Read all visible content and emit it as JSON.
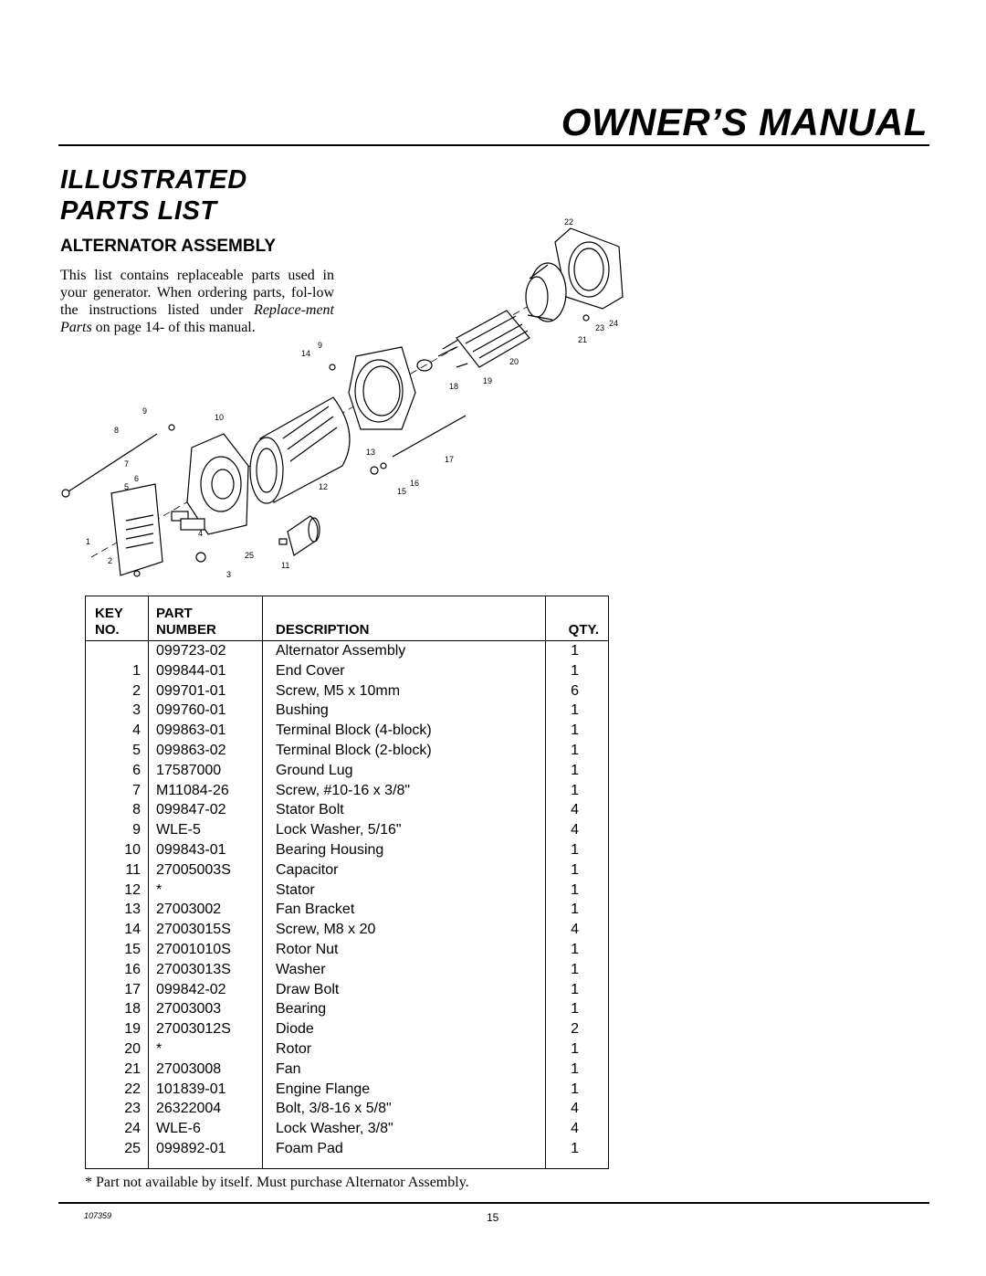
{
  "header": {
    "manual_title": "OWNER’S MANUAL",
    "section_title_line1": "ILLUSTRATED",
    "section_title_line2": "PARTS LIST",
    "subsection_title": "ALTERNATOR ASSEMBLY"
  },
  "intro": {
    "text_before": "This list contains replaceable parts used in your generator. When ordering parts, fol-low the instructions listed under ",
    "text_italic": "Replace-ment Parts",
    "text_after": " on page 14- of this manual."
  },
  "diagram": {
    "callouts": [
      "22",
      "24",
      "23",
      "21",
      "14",
      "9",
      "20",
      "19",
      "18",
      "9",
      "10",
      "8",
      "13",
      "17",
      "7",
      "6",
      "5",
      "12",
      "16",
      "15",
      "4",
      "1",
      "25",
      "11",
      "2",
      "3"
    ]
  },
  "table": {
    "headers": {
      "key_line1": "KEY",
      "key_line2": "NO.",
      "part_line1": "PART",
      "part_line2": "NUMBER",
      "description": "DESCRIPTION",
      "qty": "QTY."
    },
    "rows": [
      {
        "key": "",
        "part": "099723-02",
        "desc": "Alternator Assembly",
        "qty": "1"
      },
      {
        "key": "1",
        "part": "099844-01",
        "desc": "End Cover",
        "qty": "1"
      },
      {
        "key": "2",
        "part": "099701-01",
        "desc": "Screw, M5 x 10mm",
        "qty": "6"
      },
      {
        "key": "3",
        "part": "099760-01",
        "desc": "Bushing",
        "qty": "1"
      },
      {
        "key": "4",
        "part": "099863-01",
        "desc": "Terminal Block (4-block)",
        "qty": "1"
      },
      {
        "key": "5",
        "part": "099863-02",
        "desc": "Terminal Block (2-block)",
        "qty": "1"
      },
      {
        "key": "6",
        "part": "17587000",
        "desc": "Ground Lug",
        "qty": "1"
      },
      {
        "key": "7",
        "part": "M11084-26",
        "desc": "Screw, #10-16 x 3/8\"",
        "qty": "1"
      },
      {
        "key": "8",
        "part": "099847-02",
        "desc": "Stator Bolt",
        "qty": "4"
      },
      {
        "key": "9",
        "part": "WLE-5",
        "desc": "Lock Washer, 5/16\"",
        "qty": "4"
      },
      {
        "key": "10",
        "part": "099843-01",
        "desc": "Bearing Housing",
        "qty": "1"
      },
      {
        "key": "11",
        "part": "27005003S",
        "desc": "Capacitor",
        "qty": "1"
      },
      {
        "key": "12",
        "part": "*",
        "desc": "Stator",
        "qty": "1"
      },
      {
        "key": "13",
        "part": "27003002",
        "desc": "Fan Bracket",
        "qty": "1"
      },
      {
        "key": "14",
        "part": "27003015S",
        "desc": "Screw, M8 x 20",
        "qty": "4"
      },
      {
        "key": "15",
        "part": "27001010S",
        "desc": "Rotor Nut",
        "qty": "1"
      },
      {
        "key": "16",
        "part": "27003013S",
        "desc": "Washer",
        "qty": "1"
      },
      {
        "key": "17",
        "part": "099842-02",
        "desc": "Draw Bolt",
        "qty": "1"
      },
      {
        "key": "18",
        "part": "27003003",
        "desc": "Bearing",
        "qty": "1"
      },
      {
        "key": "19",
        "part": "27003012S",
        "desc": "Diode",
        "qty": "2"
      },
      {
        "key": "20",
        "part": "*",
        "desc": "Rotor",
        "qty": "1"
      },
      {
        "key": "21",
        "part": "27003008",
        "desc": "Fan",
        "qty": "1"
      },
      {
        "key": "22",
        "part": "101839-01",
        "desc": "Engine Flange",
        "qty": "1"
      },
      {
        "key": "23",
        "part": "26322004",
        "desc": "Bolt, 3/8-16 x 5/8\"",
        "qty": "4"
      },
      {
        "key": "24",
        "part": "WLE-6",
        "desc": "Lock Washer, 3/8\"",
        "qty": "4"
      },
      {
        "key": "25",
        "part": "099892-01",
        "desc": "Foam Pad",
        "qty": "1"
      }
    ]
  },
  "footnote": "* Part not available by itself. Must purchase Alternator Assembly.",
  "footer": {
    "doc_number": "107359",
    "page_number": "15"
  }
}
